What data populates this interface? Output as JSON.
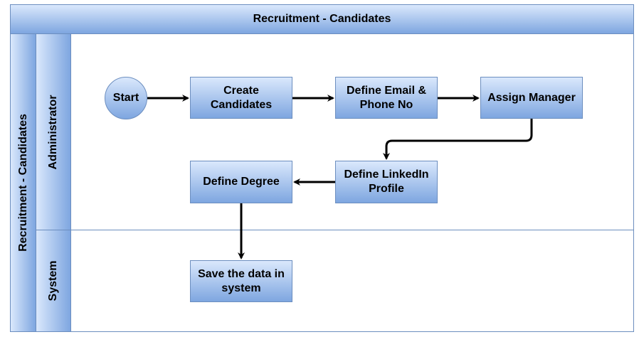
{
  "pool": {
    "title": "Recruitment - Candidates",
    "side_label": "Recruitment - Candidates"
  },
  "lanes": {
    "administrator": "Administrator",
    "system": "System"
  },
  "nodes": {
    "start": "Start",
    "create_candidates": "Create Candidates",
    "define_email_phone": "Define Email & Phone No",
    "assign_manager": "Assign Manager",
    "define_linkedin": "Define LinkedIn Profile",
    "define_degree": "Define Degree",
    "save_data": "Save the data in system"
  },
  "colors": {
    "fill_top": "#dae8fc",
    "fill_bottom": "#7ea6e0",
    "stroke": "#6c8ebf",
    "edge": "#000000"
  }
}
